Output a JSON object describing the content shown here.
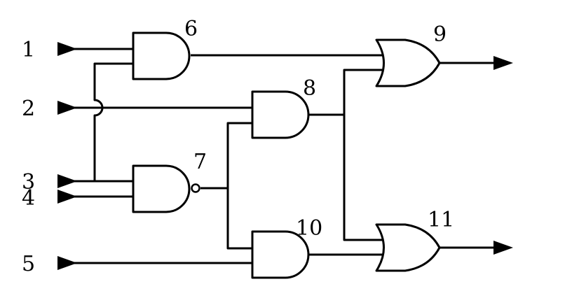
{
  "inputs": [
    {
      "id": "in1",
      "label": "1"
    },
    {
      "id": "in2",
      "label": "2"
    },
    {
      "id": "in3",
      "label": "3"
    },
    {
      "id": "in4",
      "label": "4"
    },
    {
      "id": "in5",
      "label": "5"
    }
  ],
  "gates": [
    {
      "id": "g6",
      "label": "6",
      "type": "AND"
    },
    {
      "id": "g7",
      "label": "7",
      "type": "NAND"
    },
    {
      "id": "g8",
      "label": "8",
      "type": "AND"
    },
    {
      "id": "g9",
      "label": "9",
      "type": "OR"
    },
    {
      "id": "g10",
      "label": "10",
      "type": "AND"
    },
    {
      "id": "g11",
      "label": "11",
      "type": "OR"
    }
  ]
}
